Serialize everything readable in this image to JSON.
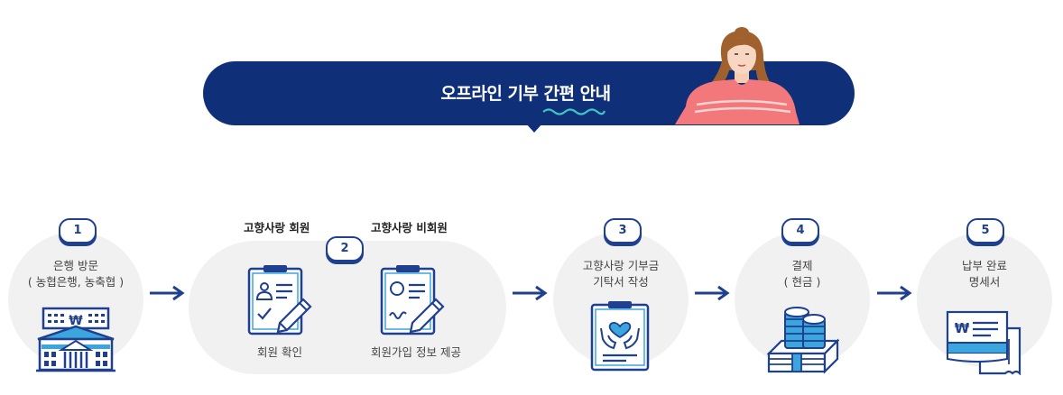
{
  "banner": {
    "title": "오프라인 기부 간편 안내"
  },
  "steps": [
    {
      "number": "1",
      "line1": "은행 방문",
      "line2": "( 농협은행, 농축협 )"
    },
    {
      "number": "2",
      "member_title": "고향사랑 회원",
      "nonmember_title": "고향사랑 비회원",
      "member_caption": "회원 확인",
      "nonmember_caption": "회원가입 정보 제공"
    },
    {
      "number": "3",
      "line1": "고향사랑 기부금",
      "line2": "기탁서 작성"
    },
    {
      "number": "4",
      "line1": "결제",
      "line2": "( 현금 )"
    },
    {
      "number": "5",
      "line1": "납부 완료",
      "line2": "명세서"
    }
  ],
  "icons": {
    "bank": "bank-building-icon",
    "member": "member-clipboard-icon",
    "nonmember": "signup-clipboard-icon",
    "donation_form": "donation-form-icon",
    "cash": "coin-stack-icon",
    "receipt": "receipt-icon",
    "arrow": "right-arrow-icon"
  },
  "colors": {
    "navy": "#0f3079",
    "icon_blue": "#1f3f8f",
    "accent_teal": "#3ec7c2",
    "circle_bg": "#f1f1f1"
  }
}
